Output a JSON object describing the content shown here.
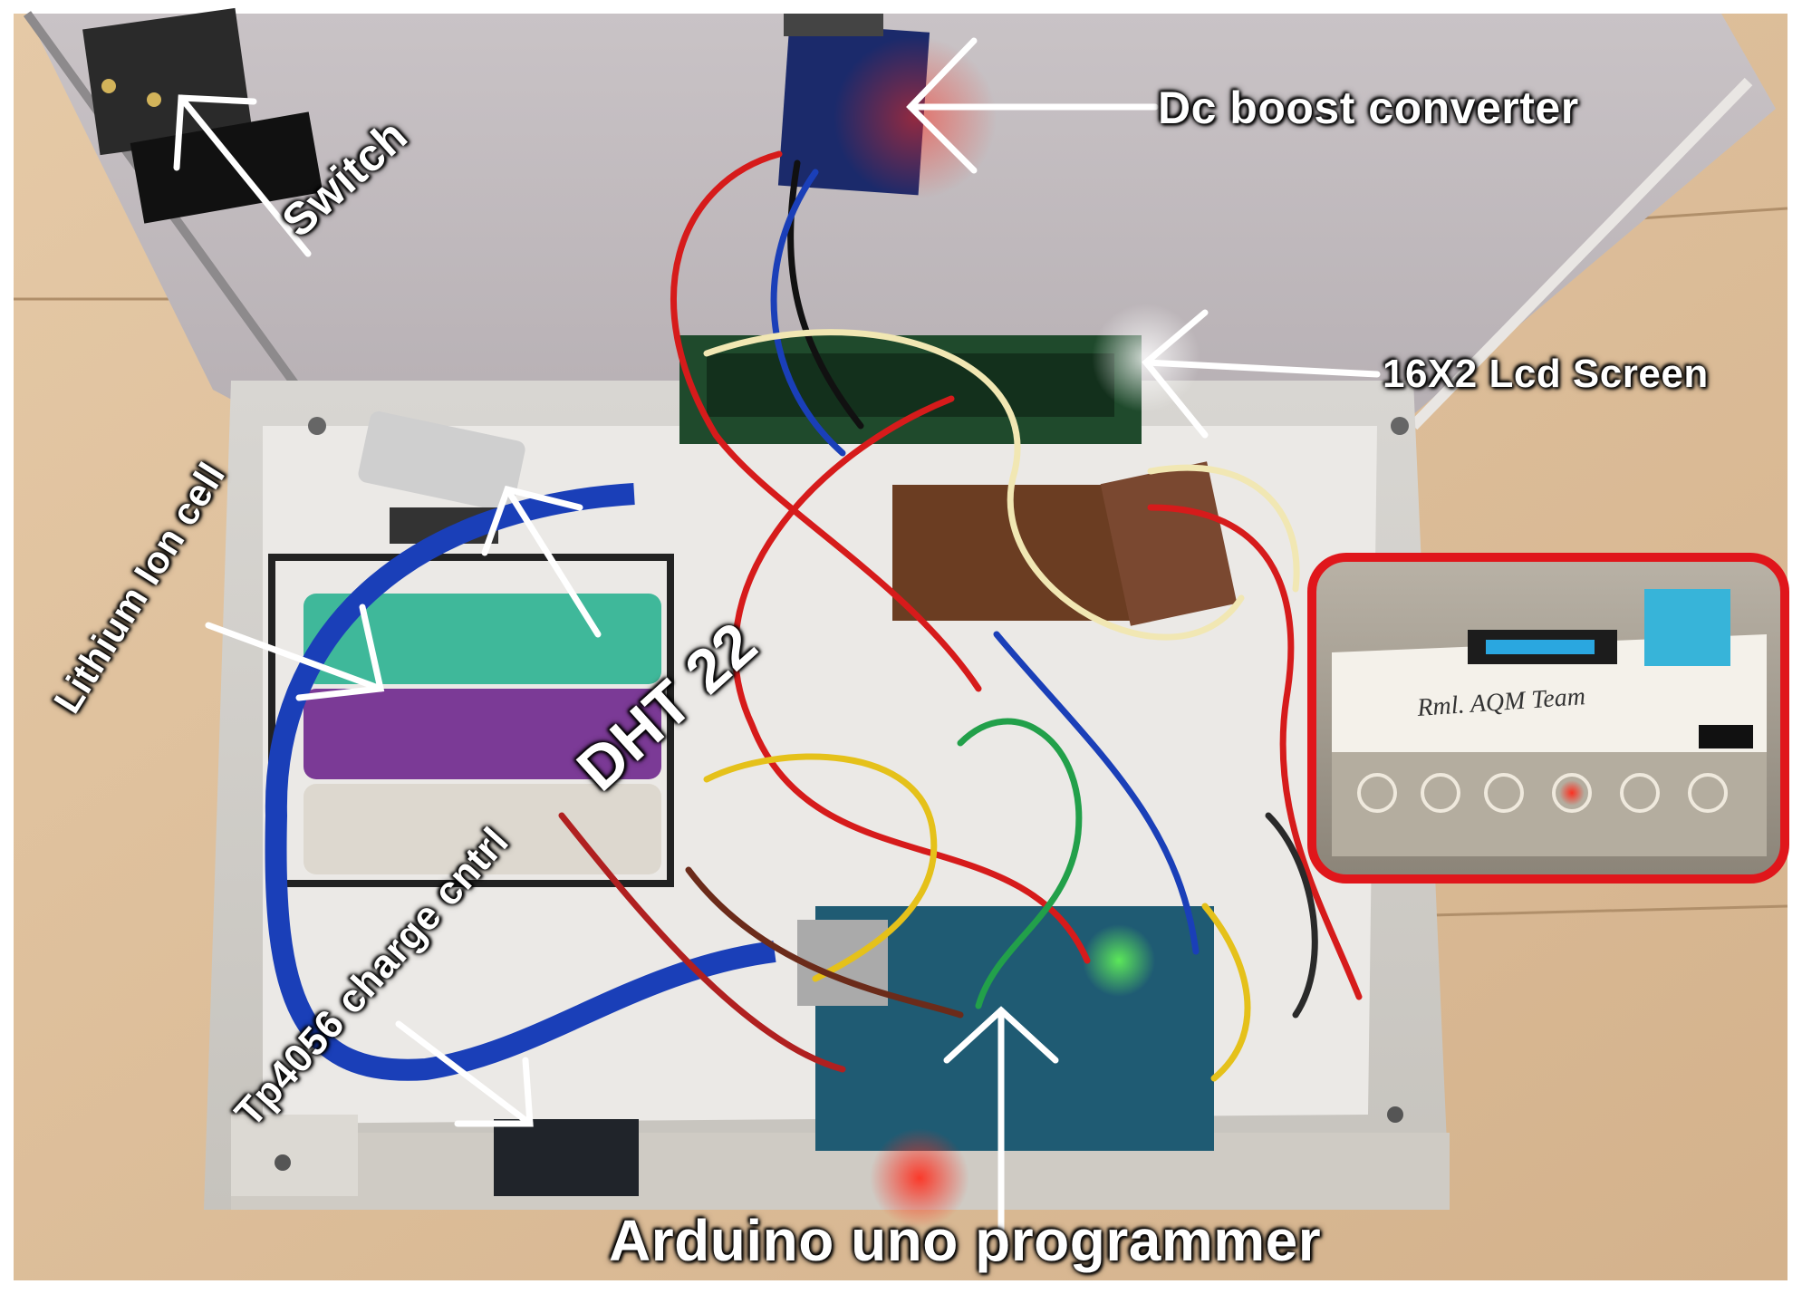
{
  "labels": {
    "dc_boost": "Dc boost converter",
    "lcd": "16X2 Lcd Screen",
    "switch": "Switch",
    "lithium": "Lithium Ion cell",
    "dht": "DHT 22",
    "tp4056": "Tp4056 charge cntrl",
    "arduino": "Arduino uno programmer"
  },
  "inset_handwriting": "Rml. AQM Team",
  "colors": {
    "inset_border": "#e0161b",
    "arrow": "#ffffff"
  }
}
